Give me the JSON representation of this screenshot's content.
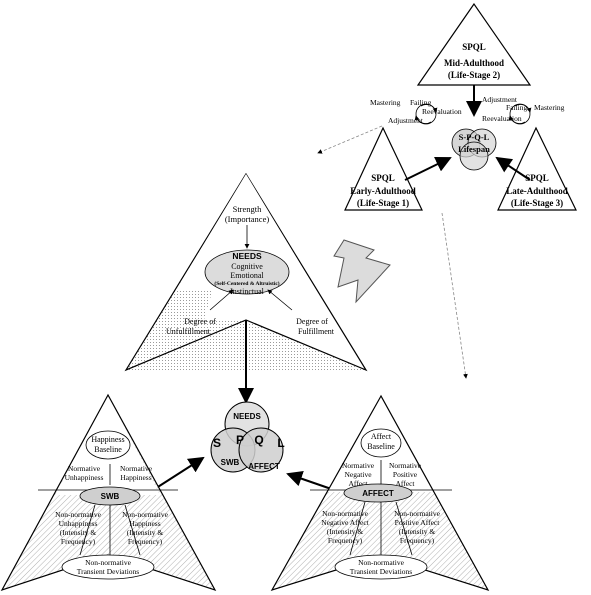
{
  "top_triangle": {
    "title": "SPQL",
    "stage": "Mid-Adulthood",
    "stage_num": "(Life-Stage 2)"
  },
  "left_cycle": {
    "mastering": "Mastering",
    "failing": "Failing",
    "reevaluation": "Reevaluation",
    "adjustment": "Adjustment"
  },
  "right_cycle": {
    "adjustment": "Adjustment",
    "failing": "Failing",
    "mastering": "Mastering",
    "reevaluation": "Reevaluation"
  },
  "lifespan_venn": {
    "letters": "S-P-Q-L",
    "label": "Lifespan"
  },
  "early_triangle": {
    "title": "SPQL",
    "stage": "Early-Adulthood",
    "stage_num": "(Life-Stage 1)"
  },
  "late_triangle": {
    "title": "SPQL",
    "stage": "Late-Adulthood",
    "stage_num": "(Life-Stage 3)"
  },
  "needs_triangle": {
    "strength": "Strength",
    "importance": "(Importance)",
    "needs": "NEEDS",
    "cognitive": "Cognitive",
    "emotional": "Emotional",
    "self_centered": "(Self-Centered & Altruistic)",
    "instinctual": "Instinctual",
    "degree_unf": "Degree of",
    "unfulfillment": "Unfulfillment",
    "degree_f": "Degree of",
    "fulfillment": "Fulfillment"
  },
  "center_venn": {
    "needs": "NEEDS",
    "s": "S",
    "p": "P",
    "q": "Q",
    "l": "L",
    "swb": "SWB",
    "affect": "AFFECT"
  },
  "swb_triangle": {
    "happiness": "Happiness",
    "baseline": "Baseline",
    "norm_unhappy1": "Normative",
    "norm_unhappy2": "Unhappiness",
    "norm_happy1": "Normative",
    "norm_happy2": "Happiness",
    "swb": "SWB",
    "nn_unhappy1": "Non-normative",
    "nn_unhappy2": "Unhappiness",
    "nn_unhappy3": "(Intensity &",
    "nn_unhappy4": "Frequency)",
    "nn_happy1": "Non-normative",
    "nn_happy2": "Happiness",
    "nn_happy3": "(Intensity &",
    "nn_happy4": "Frequency)",
    "transient1": "Non-normative",
    "transient2": "Transient Deviations"
  },
  "affect_triangle": {
    "affect": "Affect",
    "baseline": "Baseline",
    "norm_neg1": "Normative",
    "norm_neg2": "Negative",
    "norm_neg3": "Affect",
    "norm_pos1": "Normative",
    "norm_pos2": "Positive",
    "norm_pos3": "Affect",
    "label": "AFFECT",
    "nn_neg1": "Non-normative",
    "nn_neg2": "Negative Affect",
    "nn_neg3": "(Intensity &",
    "nn_neg4": "Frequency)",
    "nn_pos1": "Non-normative",
    "nn_pos2": "Positive Affect",
    "nn_pos3": "(Intensity &",
    "nn_pos4": "Frequency)",
    "transient1": "Non-normative",
    "transient2": "Transient Deviations"
  }
}
